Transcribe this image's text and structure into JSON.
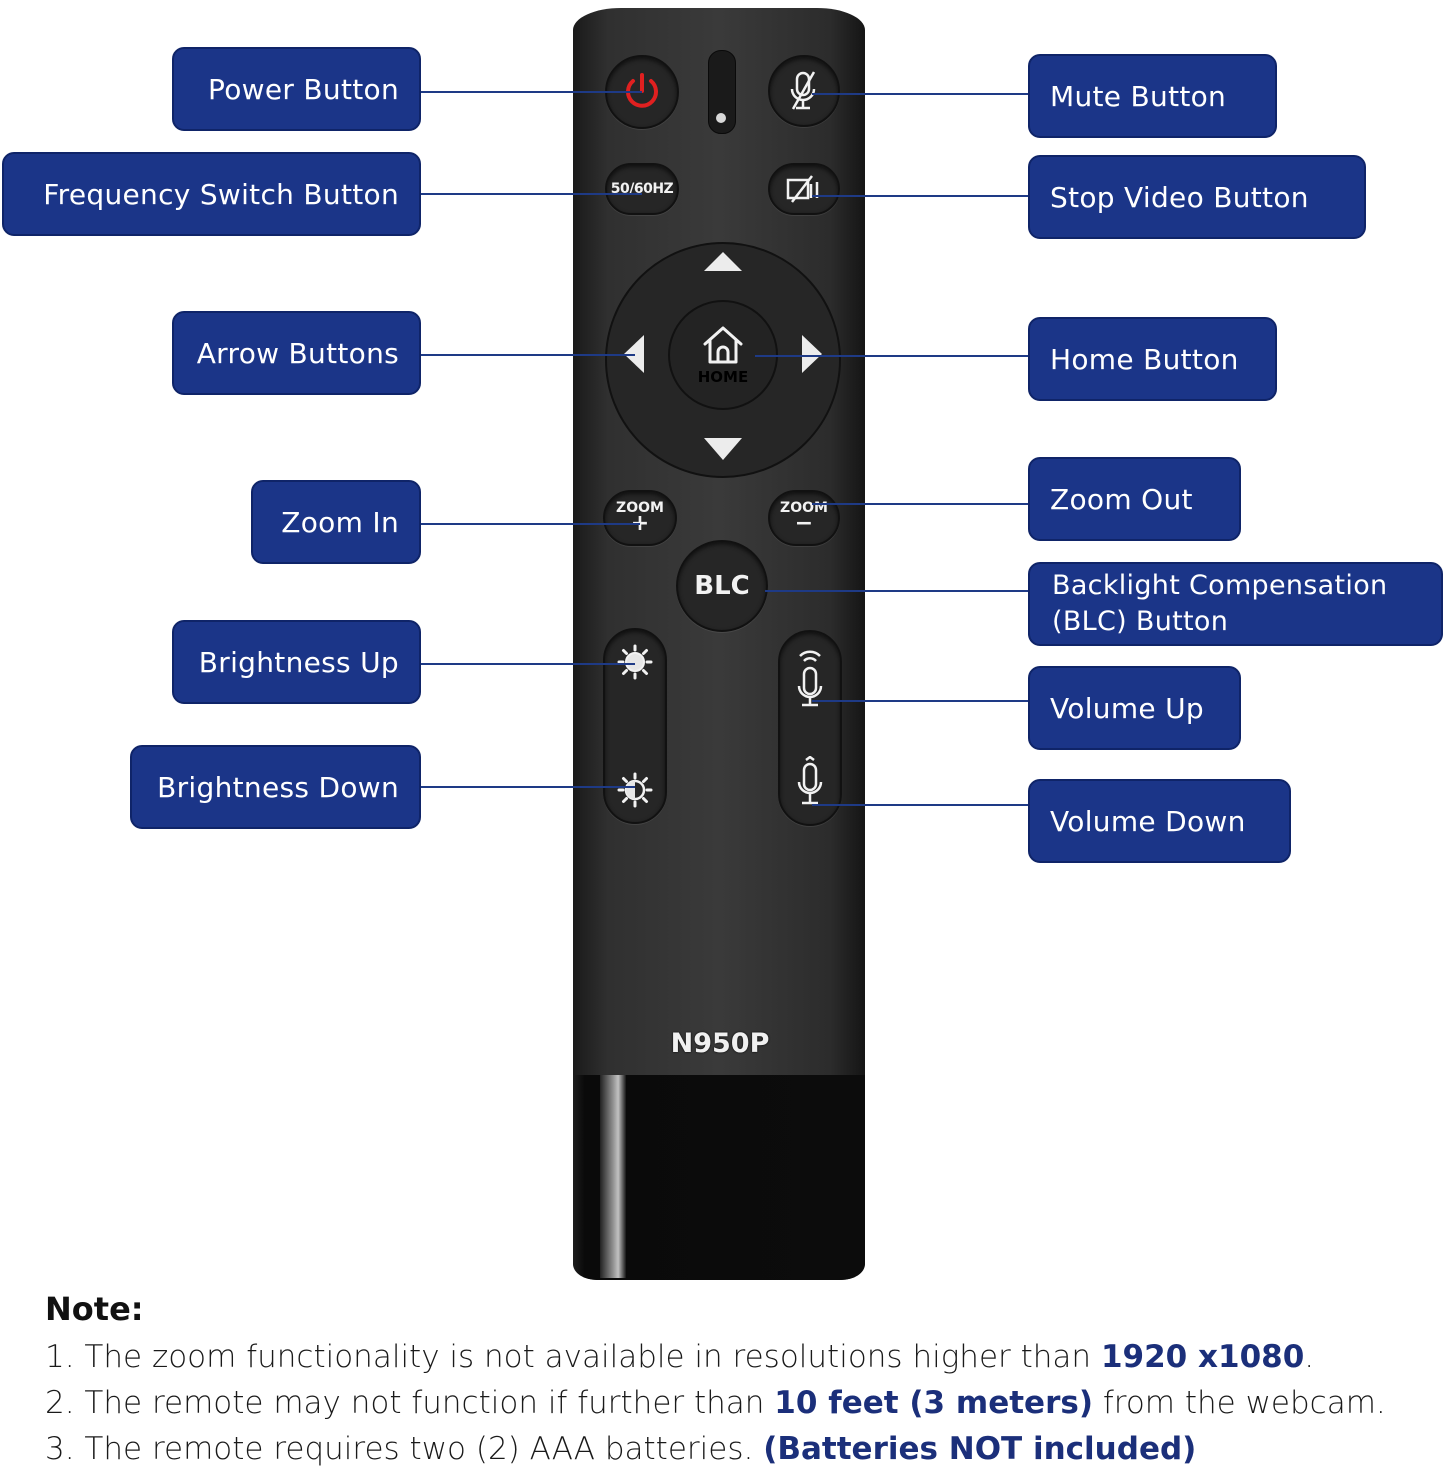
{
  "colors": {
    "label_bg": "#1b3588",
    "label_text": "#ffffff",
    "leader_line": "#1e3a86",
    "remote_body": "#333333",
    "power_icon": "#e02020",
    "emphasis_text": "#1b2f7a"
  },
  "labels": {
    "left": [
      {
        "id": "power",
        "text": "Power Button"
      },
      {
        "id": "frequency",
        "text": "Frequency Switch Button"
      },
      {
        "id": "arrows",
        "text": "Arrow Buttons"
      },
      {
        "id": "zoom_in",
        "text": "Zoom In"
      },
      {
        "id": "brightness_up",
        "text": "Brightness Up"
      },
      {
        "id": "brightness_down",
        "text": "Brightness Down"
      }
    ],
    "right": [
      {
        "id": "mute",
        "text": "Mute Button"
      },
      {
        "id": "stop_video",
        "text": "Stop Video Button"
      },
      {
        "id": "home",
        "text": "Home Button"
      },
      {
        "id": "zoom_out",
        "text": "Zoom Out"
      },
      {
        "id": "blc",
        "text": "Backlight Compensation (BLC) Button"
      },
      {
        "id": "volume_up",
        "text": "Volume Up"
      },
      {
        "id": "volume_down",
        "text": "Volume Down"
      }
    ]
  },
  "remote": {
    "buttons": {
      "power_icon": "power-icon",
      "mute_icon": "mic-off-icon",
      "frequency_text": "50/60HZ",
      "stop_video_icon": "video-off-icon",
      "home_text": "HOME",
      "zoom_in_text": "ZOOM",
      "zoom_in_sign": "+",
      "zoom_out_text": "ZOOM",
      "zoom_out_sign": "−",
      "blc_text": "BLC",
      "brightness_up_icon": "sun-filled-icon",
      "brightness_down_icon": "sun-half-icon",
      "volume_up_icon": "mic-waves-icon",
      "volume_down_icon": "mic-icon"
    },
    "model": "N950P"
  },
  "notes": {
    "title": "Note:",
    "items": [
      {
        "prefix": "1. The zoom functionality is not available in resolutions higher than ",
        "emphasis": "1920 x1080",
        "suffix": "."
      },
      {
        "prefix": "2. The remote may not function if further than ",
        "emphasis": "10 feet (3 meters)",
        "suffix": " from the webcam."
      },
      {
        "prefix": "3. The remote requires two (2) AAA batteries. ",
        "emphasis": "(Batteries NOT included)",
        "suffix": ""
      }
    ]
  }
}
